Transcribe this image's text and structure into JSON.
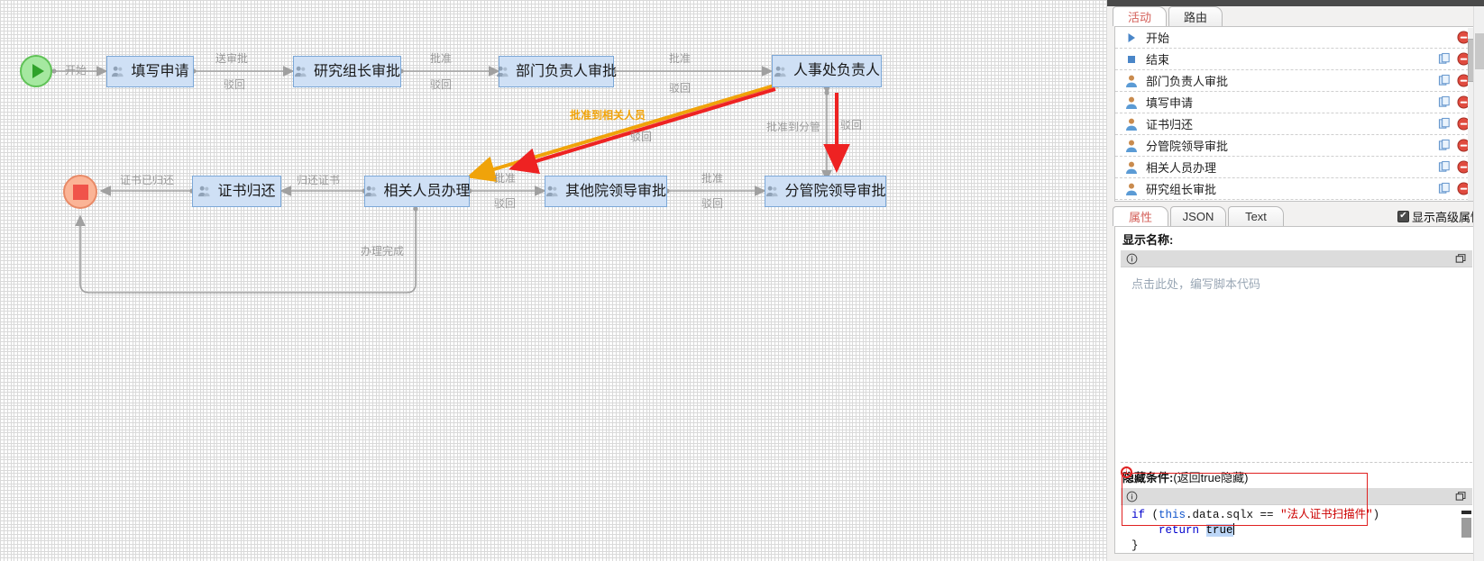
{
  "canvas": {
    "start_node": {
      "label": "开始",
      "icon": "play-triangle-icon"
    },
    "end_node": {
      "icon": "stop-square-icon"
    },
    "nodes": [
      {
        "id": "fill_apply",
        "label": "填写申请",
        "icon": "user-group-icon"
      },
      {
        "id": "group_leader",
        "label": "研究组长审批",
        "icon": "user-group-icon"
      },
      {
        "id": "dept_head",
        "label": "部门负责人审批",
        "icon": "user-group-icon"
      },
      {
        "id": "hr_head",
        "label": "人事处负责人",
        "icon": "user-group-icon"
      },
      {
        "id": "cert_return",
        "label": "证书归还",
        "icon": "user-group-icon"
      },
      {
        "id": "related_staff",
        "label": "相关人员办理",
        "icon": "user-group-icon"
      },
      {
        "id": "other_leader",
        "label": "其他院领导审批",
        "icon": "user-group-icon"
      },
      {
        "id": "branch_leader",
        "label": "分管院领导审批",
        "icon": "user-group-icon"
      }
    ],
    "edge_labels": {
      "start": "开始",
      "send_approval": "送审批",
      "reject_1": "驳回",
      "approve_1": "批准",
      "reject_2": "驳回",
      "approve_2": "批准",
      "reject_3": "驳回",
      "approve_to_related": "批准到相关人员",
      "reject_orange_path": "驳回",
      "approve_to_branch": "批准到分管",
      "reject_red": "驳回",
      "approve_4": "批准",
      "reject_4": "驳回",
      "approve_5": "批准",
      "reject_5": "驳回",
      "return_cert": "归还证书",
      "cert_returned": "证书已归还",
      "handled_done": "办理完成"
    },
    "colors": {
      "node_fill": "#cfe0f5",
      "node_border": "#7ba7d7",
      "edge": "#a0a0a0",
      "orange_edge": "#f0a30a",
      "red_edge": "#ee2222",
      "start_fill": "#a5e8a0",
      "end_fill": "#fbb496"
    }
  },
  "panel": {
    "top_tabs": [
      {
        "label": "活动",
        "active": true
      },
      {
        "label": "路由",
        "active": false
      }
    ],
    "activity_list": [
      {
        "icon": "play-triangle-icon",
        "label": "开始",
        "has_copy": false,
        "has_delete": true
      },
      {
        "icon": "stop-square-icon",
        "label": "结束",
        "has_copy": true,
        "has_delete": true
      },
      {
        "icon": "person-icon",
        "label": "部门负责人审批",
        "has_copy": true,
        "has_delete": true
      },
      {
        "icon": "person-icon",
        "label": "填写申请",
        "has_copy": true,
        "has_delete": true
      },
      {
        "icon": "person-icon",
        "label": "证书归还",
        "has_copy": true,
        "has_delete": true
      },
      {
        "icon": "person-icon",
        "label": "分管院领导审批",
        "has_copy": true,
        "has_delete": true
      },
      {
        "icon": "person-icon",
        "label": "相关人员办理",
        "has_copy": true,
        "has_delete": true
      },
      {
        "icon": "person-icon",
        "label": "研究组长审批",
        "has_copy": true,
        "has_delete": true
      }
    ],
    "prop_tabs": [
      {
        "label": "属性",
        "active": true
      },
      {
        "label": "JSON",
        "active": false
      },
      {
        "label": "Text",
        "active": false
      }
    ],
    "advanced_checkbox": {
      "label": "显示高级属性",
      "checked": true
    },
    "display_name_field": {
      "label": "显示名称:",
      "placeholder": "点击此处，编写脚本代码",
      "value": ""
    },
    "hidden_condition_field": {
      "label": "隐藏条件:",
      "label_sub": "(返回true隐藏)",
      "code_lines": [
        {
          "parts": [
            {
              "t": "if",
              "c": "kw"
            },
            {
              "t": " (",
              "c": "plain"
            },
            {
              "t": "this",
              "c": "var"
            },
            {
              "t": ".data.sqlx == ",
              "c": "plain"
            },
            {
              "t": "\"法人证书扫描件\"",
              "c": "str"
            },
            {
              "t": ")",
              "c": "plain"
            }
          ]
        },
        {
          "parts": [
            {
              "t": "    ",
              "c": "plain"
            },
            {
              "t": "return",
              "c": "kw"
            },
            {
              "t": " ",
              "c": "plain"
            },
            {
              "t": "true",
              "c": "sel"
            }
          ]
        },
        {
          "parts": [
            {
              "t": "}",
              "c": "plain"
            }
          ]
        }
      ]
    },
    "colors": {
      "active_tab_text": "#d4605a",
      "highlight_box": "#e02020",
      "panel_bg": "#f2f1f0"
    }
  }
}
